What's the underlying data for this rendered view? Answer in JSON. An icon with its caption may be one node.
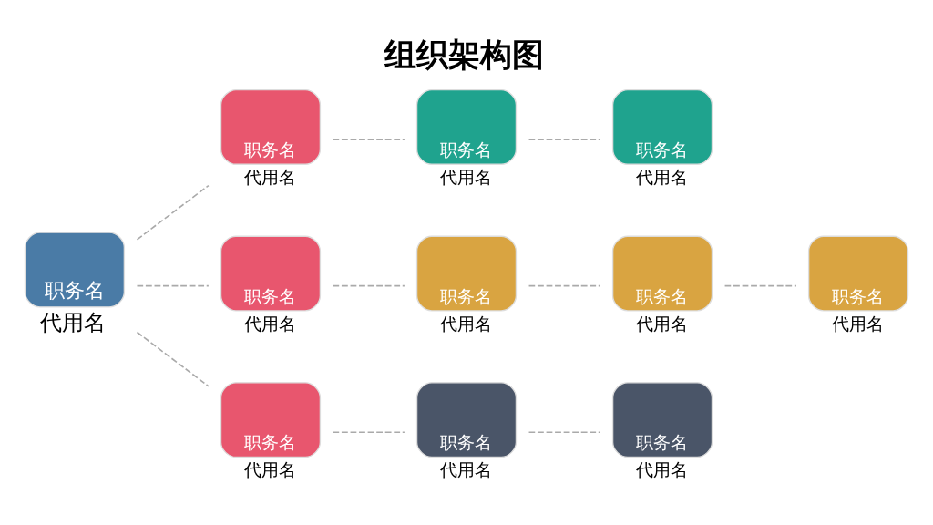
{
  "diagram": {
    "title": "组织架构图",
    "nodes": [
      {
        "text": [
          "职务名"
        ],
        "beside": [
          "代用名"
        ]
      },
      {
        "text": [
          "职务名"
        ],
        "beside": [
          "代用名"
        ]
      },
      {
        "text": [
          "职务名"
        ],
        "beside": [
          "代用名"
        ]
      },
      {
        "text": [
          "职务名"
        ],
        "beside": [
          "代用名"
        ]
      },
      {
        "text": [
          "职务名"
        ],
        "beside": [
          "代用名"
        ]
      },
      {
        "text": [
          "职务名"
        ],
        "beside": [
          "代用名"
        ]
      },
      {
        "text": [
          "职务名"
        ],
        "beside": [
          "代用名"
        ]
      },
      {
        "text": [
          "职务名"
        ],
        "beside": [
          "代用名"
        ]
      },
      {
        "text": [
          "职务名"
        ],
        "beside": [
          "代用名"
        ]
      },
      {
        "text": [
          "职务名"
        ],
        "beside": [
          "代用名"
        ]
      },
      {
        "text": [
          "职务名"
        ],
        "beside": [
          "代用名"
        ]
      }
    ],
    "edges": [
      {
        "from": 0,
        "to": 1,
        "arrow": "none",
        "style": "dashed"
      },
      {
        "from": 0,
        "to": 2,
        "arrow": "none",
        "style": "dashed"
      },
      {
        "from": 0,
        "to": 3,
        "arrow": "none",
        "style": "dashed"
      },
      {
        "from": 1,
        "to": 4,
        "arrow": "none",
        "style": "dashed"
      },
      {
        "from": 4,
        "to": 5,
        "arrow": "none",
        "style": "dashed"
      },
      {
        "from": 2,
        "to": 6,
        "arrow": "none",
        "style": "dashed"
      },
      {
        "from": 6,
        "to": 7,
        "arrow": "none",
        "style": "dashed"
      },
      {
        "from": 7,
        "to": 8,
        "arrow": "none",
        "style": "dashed"
      },
      {
        "from": 3,
        "to": 9,
        "arrow": "none",
        "style": "dashed"
      },
      {
        "from": 9,
        "to": 10,
        "arrow": "none",
        "style": "dashed"
      }
    ]
  }
}
